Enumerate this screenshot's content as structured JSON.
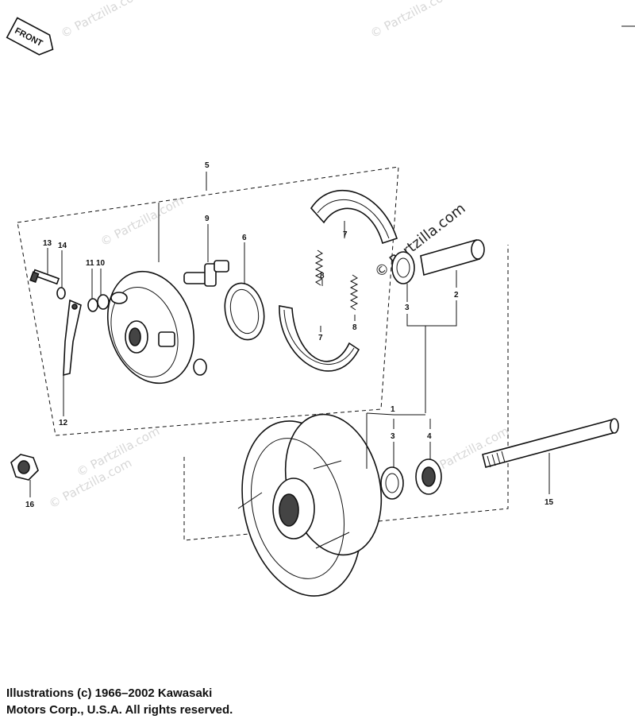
{
  "front_badge": {
    "label": "FRONT"
  },
  "watermark": {
    "text": "© Partzilla.com"
  },
  "callouts": {
    "c1": "1",
    "c2": "2",
    "c3a": "3",
    "c3b": "3",
    "c4": "4",
    "c5": "5",
    "c6": "6",
    "c7a": "7",
    "c7b": "7",
    "c8a": "8",
    "c8b": "8",
    "c9": "9",
    "c10": "10",
    "c11": "11",
    "c12": "12",
    "c13": "13",
    "c14": "14",
    "c15": "15",
    "c16": "16"
  },
  "copyright": {
    "line1": "Illustrations (c) 1966–2002 Kawasaki",
    "line2": "Motors Corp., U.S.A.  All rights reserved."
  }
}
